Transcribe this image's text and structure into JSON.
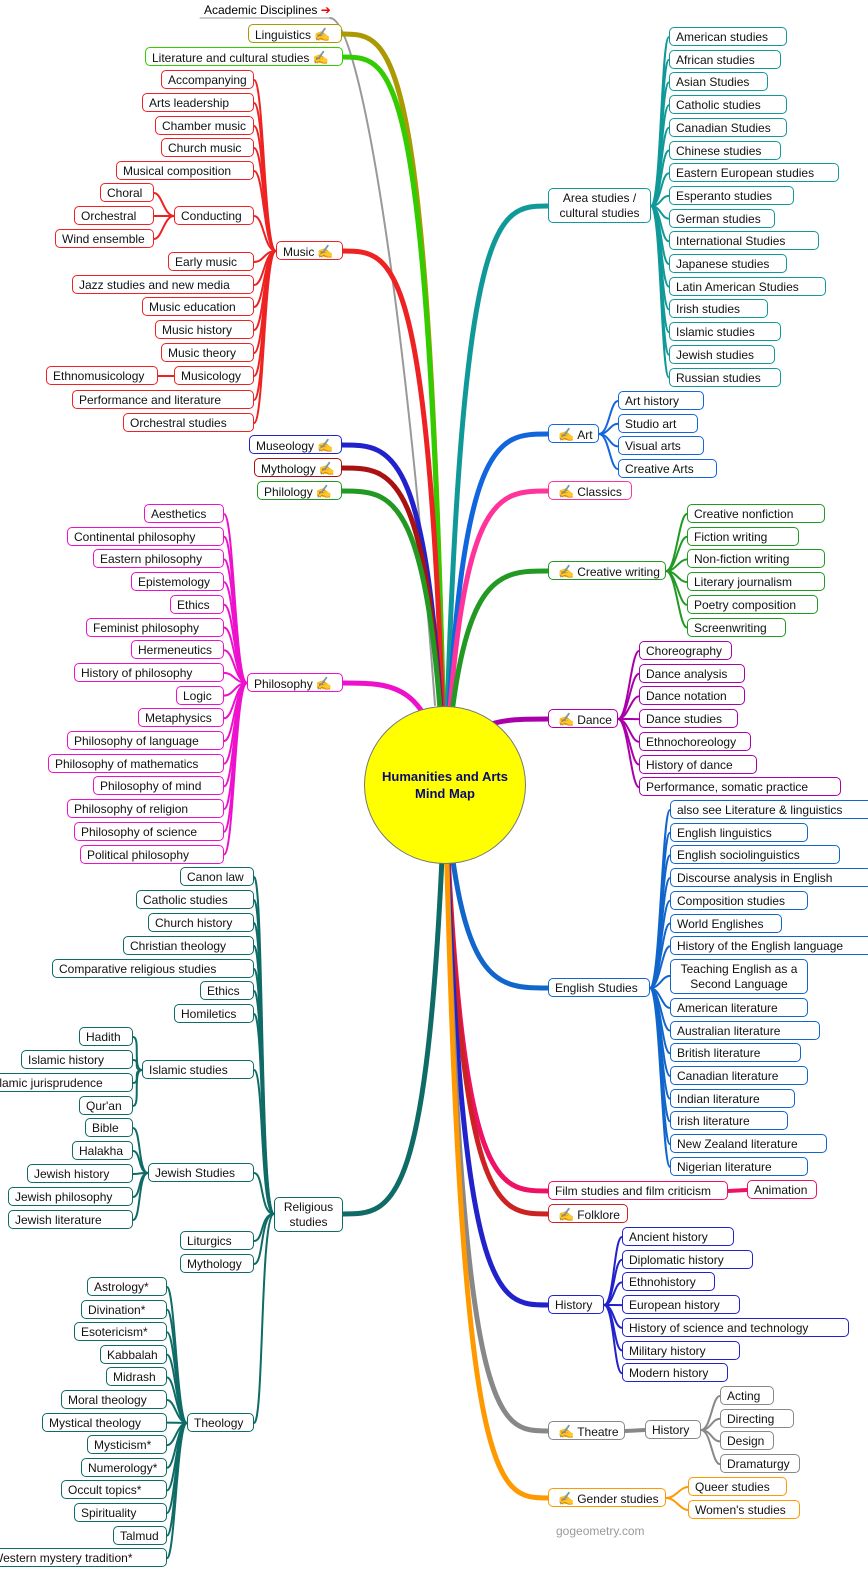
{
  "center": "Humanities and Arts Mind Map",
  "credit": "gogeometry.com",
  "colors": {
    "music": "#ee2222",
    "philosophy": "#ee11cc",
    "religion": "#0f6b66",
    "area": "#119999",
    "art": "#1166dd",
    "classics": "#ff3399",
    "creative": "#229922",
    "dance": "#aa00aa",
    "english": "#1166cc",
    "film": "#ee1166",
    "folklore": "#cc2222",
    "history": "#2222cc",
    "theatre": "#888888",
    "gender": "#ff9900",
    "linguistics": "#aa9900",
    "literature": "#33cc00",
    "museology": "#2222cc",
    "mythology": "#aa1111",
    "philology": "#229922",
    "academic": "#999999"
  },
  "left": {
    "academic": "Academic Disciplines",
    "linguistics": "Linguistics",
    "literature": "Literature and cultural studies",
    "music": {
      "label": "Music",
      "items": [
        "Accompanying",
        "Arts leadership",
        "Chamber music",
        "Church music",
        "Musical composition",
        "Conducting",
        "Early music",
        "Jazz studies and new media",
        "Music education",
        "Music history",
        "Music theory",
        "Musicology",
        "Performance and literature",
        "Orchestral studies"
      ],
      "conducting": [
        "Choral",
        "Orchestral",
        "Wind ensemble"
      ],
      "musicology": [
        "Ethnomusicology"
      ]
    },
    "museology": "Museology",
    "mythology": "Mythology",
    "philology": "Philology",
    "philosophy": {
      "label": "Philosophy",
      "items": [
        "Aesthetics",
        "Continental philosophy",
        "Eastern philosophy",
        "Epistemology",
        "Ethics",
        "Feminist philosophy",
        "Hermeneutics",
        "History of philosophy",
        "Logic",
        "Metaphysics",
        "Philosophy of language",
        "Philosophy of mathematics",
        "Philosophy of mind",
        "Philosophy of religion",
        "Philosophy of science",
        "Political philosophy"
      ]
    },
    "religion": {
      "label": "Religious studies",
      "items": [
        "Canon law",
        "Catholic studies",
        "Church history",
        "Christian theology",
        "Comparative religious studies",
        "Ethics",
        "Homiletics",
        "Islamic studies",
        "Jewish Studies",
        "Liturgics",
        "Mythology",
        "Theology"
      ],
      "islamic": [
        "Hadith",
        "Islamic history",
        "Islamic jurisprudence",
        "Qur'an"
      ],
      "jewish": [
        "Bible",
        "Halakha",
        "Jewish history",
        "Jewish philosophy",
        "Jewish literature"
      ],
      "theology": [
        "Astrology*",
        "Divination*",
        "Esotericism*",
        "Kabbalah",
        "Midrash",
        "Moral theology",
        "Mystical theology",
        "Mysticism*",
        "Numerology*",
        "Occult topics*",
        "Spirituality",
        "Talmud",
        "Western mystery tradition*"
      ]
    }
  },
  "right": {
    "area": {
      "label": "Area studies / cultural studies",
      "items": [
        "American studies",
        "African studies",
        "Asian Studies",
        "Catholic studies",
        "Canadian Studies",
        "Chinese studies",
        "Eastern European studies",
        "Esperanto studies",
        "German studies",
        "International Studies",
        "Japanese studies",
        "Latin American Studies",
        "Irish studies",
        "Islamic studies",
        "Jewish studies",
        "Russian studies"
      ]
    },
    "art": {
      "label": "Art",
      "items": [
        "Art history",
        "Studio art",
        "Visual arts",
        "Creative Arts"
      ]
    },
    "classics": "Classics",
    "creative": {
      "label": "Creative writing",
      "items": [
        "Creative nonfiction",
        "Fiction writing",
        "Non-fiction writing",
        "Literary journalism",
        "Poetry composition",
        "Screenwriting"
      ]
    },
    "dance": {
      "label": "Dance",
      "items": [
        "Choreography",
        "Dance analysis",
        "Dance notation",
        "Dance studies",
        "Ethnochoreology",
        "History of dance",
        "Performance, somatic practice"
      ]
    },
    "english": {
      "label": "English Studies",
      "items": [
        "also see Literature & linguistics",
        "English linguistics",
        "English sociolinguistics",
        "Discourse analysis in English",
        "Composition studies",
        "World Englishes",
        "History of the English language",
        "Teaching English as a Second Language",
        "American literature",
        "Australian literature",
        "British literature",
        "Canadian literature",
        "Indian literature",
        "Irish literature",
        "New Zealand literature",
        "Nigerian literature"
      ]
    },
    "film": {
      "label": "Film studies and film criticism",
      "items": [
        "Animation"
      ]
    },
    "folklore": "Folklore",
    "history": {
      "label": "History",
      "items": [
        "Ancient history",
        "Diplomatic history",
        "Ethnohistory",
        "European history",
        "History of science and technology",
        "Military history",
        "Modern history"
      ]
    },
    "theatre": {
      "label": "Theatre",
      "sub": "History",
      "items": [
        "Acting",
        "Directing",
        "Design",
        "Dramaturgy"
      ]
    },
    "gender": {
      "label": "Gender studies",
      "items": [
        "Queer studies",
        "Women's studies"
      ]
    }
  }
}
